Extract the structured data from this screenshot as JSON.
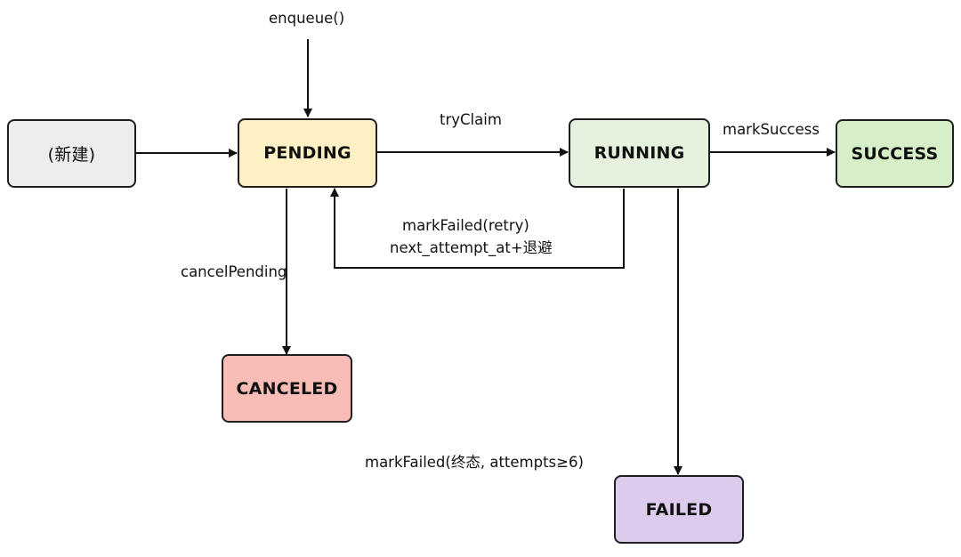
{
  "states": {
    "new": {
      "label": "(新建)",
      "fill": "#ededed"
    },
    "pending": {
      "label": "PENDING",
      "fill": "#fdf0c4"
    },
    "running": {
      "label": "RUNNING",
      "fill": "#e6f2dd"
    },
    "success": {
      "label": "SUCCESS",
      "fill": "#d7efc9"
    },
    "canceled": {
      "label": "CANCELED",
      "fill": "#f9bdb8"
    },
    "failed": {
      "label": "FAILED",
      "fill": "#dccbec"
    }
  },
  "edges": {
    "enqueue": "enqueue()",
    "try_claim": "tryClaim",
    "mark_success": "markSuccess",
    "retry_line1": "markFailed(retry)",
    "retry_line2": "next_attempt_at+退避",
    "cancel_pending": "cancelPending",
    "mark_failed_final": "markFailed(终态, attempts≥6)"
  }
}
